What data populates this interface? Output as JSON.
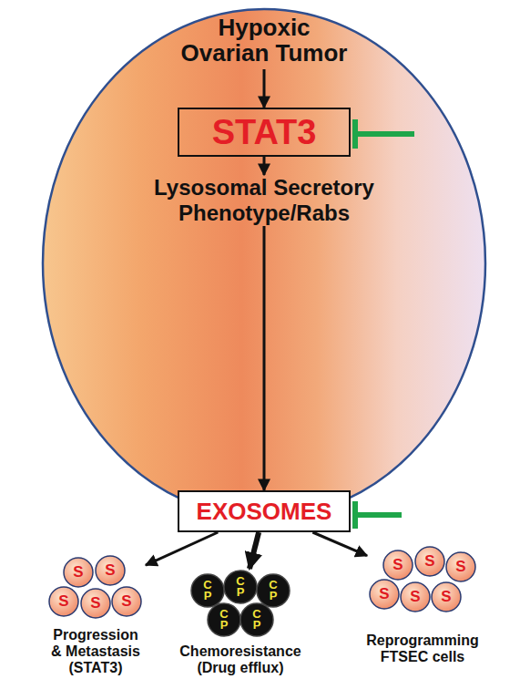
{
  "diagram": {
    "nodes": [
      {
        "text": [
          "Hypoxic Ovarian Tumor"
        ]
      },
      {
        "text": [
          "STAT3"
        ],
        "in": 0
      },
      {
        "text": [
          "Lysosomal Secretory Phenotype/Rabs"
        ],
        "in": 0
      },
      {
        "text": [
          "EXOSOMES"
        ]
      },
      {
        "text": [
          "Progression & Metastasis (STAT3)"
        ]
      },
      {
        "text": [
          "S"
        ],
        "in": 4
      },
      {
        "text": [
          "S"
        ],
        "in": 4
      },
      {
        "text": [
          "S"
        ],
        "in": 4
      },
      {
        "text": [
          "S"
        ],
        "in": 4
      },
      {
        "text": [
          "S"
        ],
        "in": 4
      },
      {
        "text": [
          "Chemoresistance (Drug efflux)"
        ]
      },
      {
        "text": [
          "C P"
        ],
        "in": 10
      },
      {
        "text": [
          "C P"
        ],
        "in": 10
      },
      {
        "text": [
          "C P"
        ],
        "in": 10
      },
      {
        "text": [
          "C P"
        ],
        "in": 10
      },
      {
        "text": [
          "C P"
        ],
        "in": 10
      },
      {
        "text": [
          "Reprogramming FTSEC cells"
        ]
      },
      {
        "text": [
          "S"
        ],
        "in": 16
      },
      {
        "text": [
          "S"
        ],
        "in": 16
      },
      {
        "text": [
          "S"
        ],
        "in": 16
      },
      {
        "text": [
          "S"
        ],
        "in": 16
      },
      {
        "text": [
          "S"
        ],
        "in": 16
      },
      {
        "text": [
          "S"
        ],
        "in": 16
      }
    ],
    "edges": [
      {
        "from": 0,
        "to": 1,
        "arrow": "to"
      },
      {
        "from": 1,
        "to": 2,
        "arrow": "to"
      },
      {
        "from": 2,
        "to": 3,
        "arrow": "to"
      },
      {
        "from": 3,
        "to": 4,
        "arrow": "to"
      },
      {
        "from": 3,
        "to": 10,
        "arrow": "to"
      },
      {
        "from": 3,
        "to": 16,
        "arrow": "to"
      }
    ]
  }
}
